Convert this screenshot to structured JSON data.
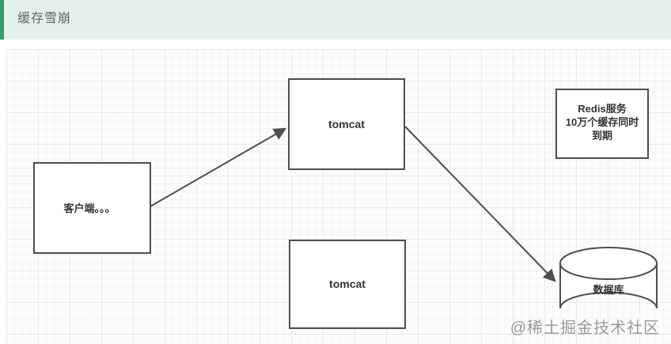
{
  "header": {
    "title": "缓存雪崩",
    "accent_color": "#2f9e69",
    "background_color": "#e4f0ea"
  },
  "diagram": {
    "stroke_color": "#4d4d4d",
    "nodes": {
      "client": {
        "label": "客户端。。。"
      },
      "tomcat_top": {
        "label": "tomcat"
      },
      "tomcat_bottom": {
        "label": "tomcat"
      },
      "redis": {
        "lines": [
          "Redis服务",
          "10万个缓存同时",
          "到期"
        ]
      },
      "database": {
        "label": "数据库"
      }
    },
    "edges": [
      {
        "from": "client",
        "to": "tomcat_top"
      },
      {
        "from": "tomcat_top",
        "to": "database"
      }
    ]
  },
  "watermark": {
    "text": "@稀土掘金技术社区"
  }
}
